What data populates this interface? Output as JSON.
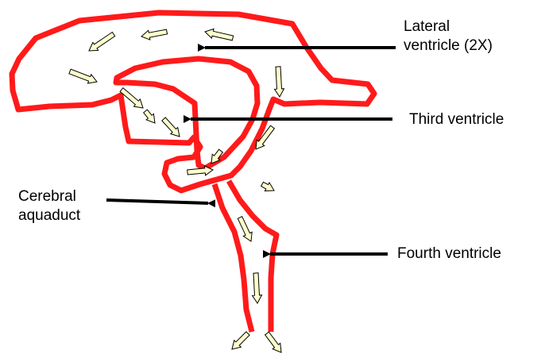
{
  "colors": {
    "ventricle_outline": "#ff1a1a",
    "pointer_line": "#000000",
    "flow_arrow_fill": "#ffffcc",
    "flow_arrow_stroke": "#000000",
    "background": "#ffffff"
  },
  "labels": {
    "lateral_ventricle": {
      "line1": "Lateral",
      "line2": "ventricle (2X)"
    },
    "third_ventricle": {
      "line1": "Third ventricle"
    },
    "cerebral_aquaduct": {
      "line1": "Cerebral",
      "line2": "aquaduct"
    },
    "fourth_ventricle": {
      "line1": "Fourth ventricle"
    }
  },
  "flow_arrows": {
    "icon": "small-flow-arrow",
    "count": 16
  }
}
